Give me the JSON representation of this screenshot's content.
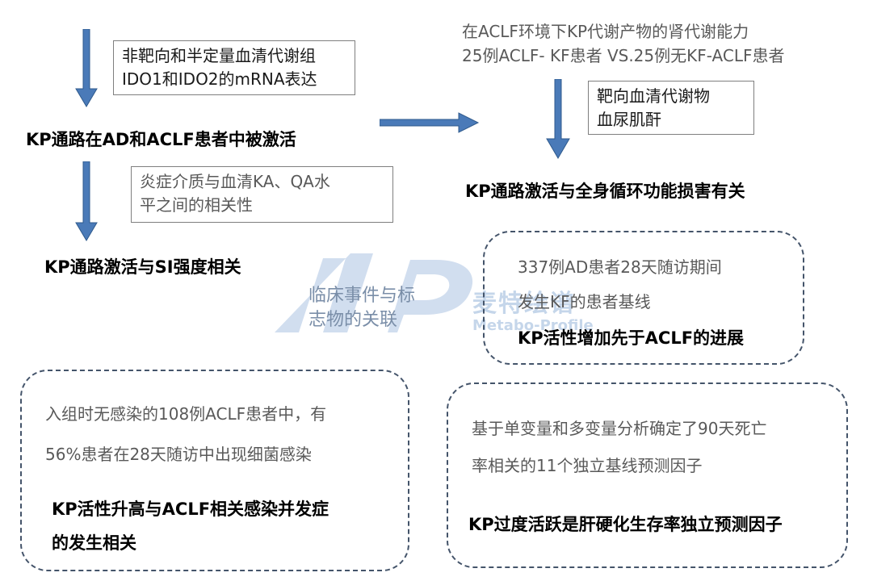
{
  "left": {
    "box1_lines": [
      "非靶向和半定量血清代谢组",
      "IDO1和IDO2的mRNA表达"
    ],
    "result1": "KP通路在AD和ACLF患者中被激活",
    "box2_lines": [
      "炎症介质与血清KA、QA水",
      "平之间的相关性"
    ],
    "result2": "KP通路激活与SI强度相关"
  },
  "right": {
    "header_lines": [
      "在ACLF环境下KP代谢产物的肾代谢能力",
      "25例ACLF- KF患者 VS.25例无KF-ACLF患者"
    ],
    "box_lines": [
      "靶向血清代谢物",
      "血尿肌酐"
    ],
    "result": "KP通路激活与全身循环功能损害有关"
  },
  "watermark": {
    "center_lines": [
      "临床事件与标",
      "志物的关联"
    ],
    "brand_cn": "麦特绘谱",
    "brand_en": "Metabo-Profile"
  },
  "panel_tr": {
    "lines": [
      "337例AD患者28天随访期间",
      "发生KF的患者基线"
    ],
    "conclusion": "KP活性增加先于ACLF的进展"
  },
  "panel_bl": {
    "lines": [
      "入组时无感染的108例ACLF患者中，有",
      "56%患者在28天随访中出现细菌感染"
    ],
    "conclusion_lines": [
      "KP活性升高与ACLF相关感染并发症",
      "的发生相关"
    ]
  },
  "panel_br": {
    "lines": [
      "基于单变量和多变量分析确定了90天死亡",
      "率相关的11个独立基线预测因子"
    ],
    "conclusion": "KP过度活跃是肝硬化生存率独立预测因子"
  },
  "colors": {
    "arrow_fill": "#4a7ab8",
    "arrow_stroke": "#2f5a8c",
    "dash_border": "#44546a",
    "watermark": "#c5d6ea"
  }
}
